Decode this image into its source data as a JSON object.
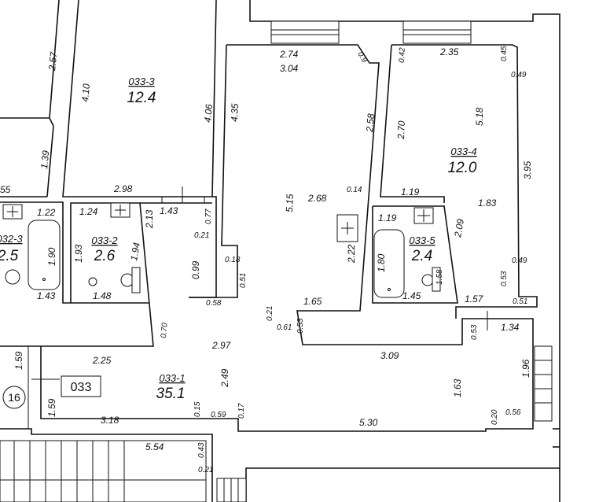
{
  "flat_label": "033",
  "entrance_number": "16",
  "rooms": [
    {
      "key": "r1",
      "id": "033-1",
      "area": "35.1"
    },
    {
      "key": "r2",
      "id": "033-2",
      "area": "2.6"
    },
    {
      "key": "r3",
      "id": "033-3",
      "area": "12.4"
    },
    {
      "key": "r4",
      "id": "033-4",
      "area": "12.0"
    },
    {
      "key": "r5",
      "id": "033-5",
      "area": "2.4"
    },
    {
      "key": "r6",
      "id": "032-3",
      "area": "2.5"
    }
  ],
  "dims": [
    "2.57",
    "4.10",
    "4.06",
    "1.39",
    "2.98",
    "55",
    "1.22",
    "1.24",
    "2.13",
    "1.43",
    "0.77",
    "0.21",
    "1.90",
    "1.93",
    "1.94",
    "1.43",
    "1.48",
    "0.99",
    "0.70",
    "4.35",
    "2.74",
    "3.04",
    "0.9",
    "5.15",
    "2.68",
    "0.14",
    "2.58",
    "2.70",
    "0.42",
    "2.35",
    "0.45",
    "0.49",
    "5.18",
    "3.95",
    "1.19",
    "1.83",
    "1.19",
    "2.09",
    "2.22",
    "1.80",
    "1.58",
    "1.45",
    "0.49",
    "0.53",
    "1.57",
    "0.51",
    "0.18",
    "0.51",
    "0.58",
    "0.21",
    "1.65",
    "0.61",
    "0.53",
    "0.53",
    "1.34",
    "2.97",
    "2.25",
    "1.59",
    "2.49",
    "3.09",
    "1.96",
    "1.63",
    "1.59",
    "3.18",
    "0.15",
    "0.59",
    "0.17",
    "5.30",
    "0.20",
    "0.56",
    "5.54",
    "0.43",
    "0.21"
  ]
}
